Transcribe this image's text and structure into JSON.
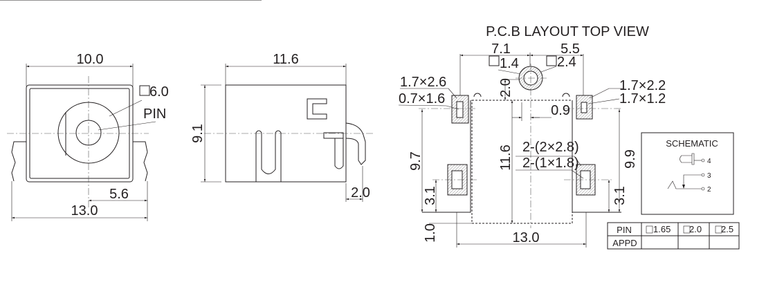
{
  "front_view": {
    "width_top": "10.0",
    "square_size": "6.0",
    "pin_label": "PIN",
    "offset": "5.6",
    "width_bottom": "13.0"
  },
  "side_view": {
    "length": "11.6",
    "height": "9.1",
    "pin_offset": "2.0"
  },
  "pcb_layout": {
    "title": "P.C.B LAYOUT TOP VIEW",
    "dim_left_top": "7.1",
    "dim_right_top": "5.5",
    "hole_inner": "1.4",
    "hole_outer": "2.4",
    "pad_tl_outer": "1.7×2.6",
    "pad_tl_inner": "0.7×1.6",
    "pad_tr_outer": "1.7×2.2",
    "pad_tr_inner": "1.7×1.2",
    "dim_hole_offset": "2.0",
    "dim_center_offset": "0.9",
    "pad_bottom_outer": "2-(2×2.8)",
    "pad_bottom_inner": "2-(1×1.8)",
    "dim_left_height": "9.7",
    "dim_body_length": "11.6",
    "dim_right_height": "9.9",
    "dim_left_pad": "3.1",
    "dim_right_pad": "3.1",
    "dim_bottom_gap": "1.0",
    "dim_width": "13.0"
  },
  "schematic": {
    "title": "SCHEMATIC",
    "pins": [
      "4",
      "3",
      "2"
    ]
  },
  "pin_table": {
    "headers": [
      "PIN",
      "1.65",
      "2.0",
      "2.5"
    ],
    "row_label": "APPD",
    "row_values": [
      "",
      "",
      ""
    ]
  }
}
